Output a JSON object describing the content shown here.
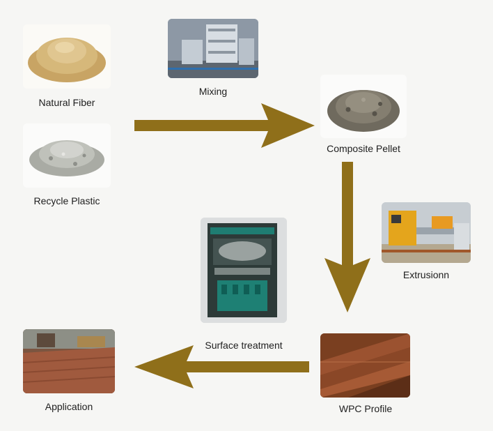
{
  "colors": {
    "arrow": "#8f6f1a",
    "background": "#f6f6f4",
    "text": "#1e1e1e"
  },
  "steps": {
    "natural_fiber": "Natural Fiber",
    "recycle_plastic": "Recycle Plastic",
    "mixing": "Mixing",
    "composite_pellet": "Composite Pellet",
    "extrusion": "Extrusionn",
    "surface_treatment": "Surface treatment",
    "wpc_profile": "WPC Profile",
    "application": "Application"
  }
}
